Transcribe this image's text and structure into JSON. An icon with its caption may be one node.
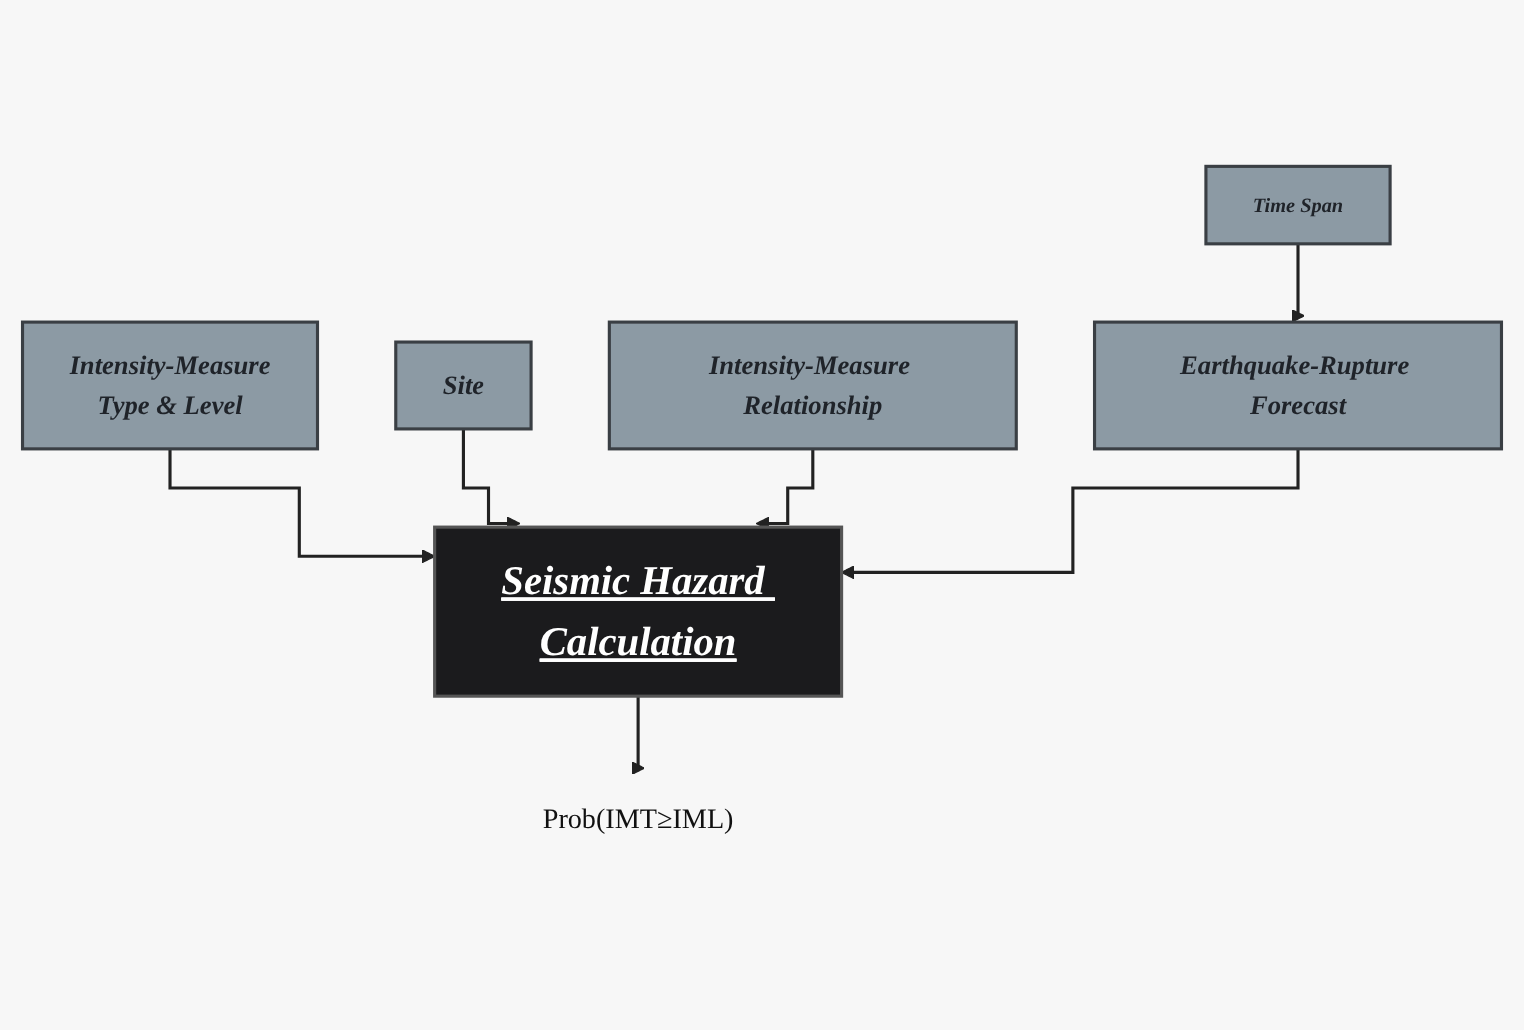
{
  "diagram": {
    "nodes": [
      {
        "text": [
          "Intensity-Measure",
          "Type & Level"
        ]
      },
      {
        "text": [
          "Site"
        ]
      },
      {
        "text": [
          "Intensity-Measure Relationship"
        ]
      },
      {
        "text": [
          "Earthquake-Rupture Forecast"
        ]
      },
      {
        "text": [
          "Time Span"
        ]
      },
      {
        "text": [
          "Seismic Hazard Calculation"
        ]
      },
      {
        "text": [
          "Prob(IMT≥IML)"
        ]
      }
    ],
    "edges": [
      {
        "from": 4,
        "to": 3,
        "arrow": "to"
      },
      {
        "from": 0,
        "to": 5,
        "arrow": "to"
      },
      {
        "from": 1,
        "to": 5,
        "arrow": "to"
      },
      {
        "from": 2,
        "to": 5,
        "arrow": "to"
      },
      {
        "from": 3,
        "to": 5,
        "arrow": "to"
      },
      {
        "from": 5,
        "to": 6,
        "arrow": "to"
      }
    ]
  }
}
